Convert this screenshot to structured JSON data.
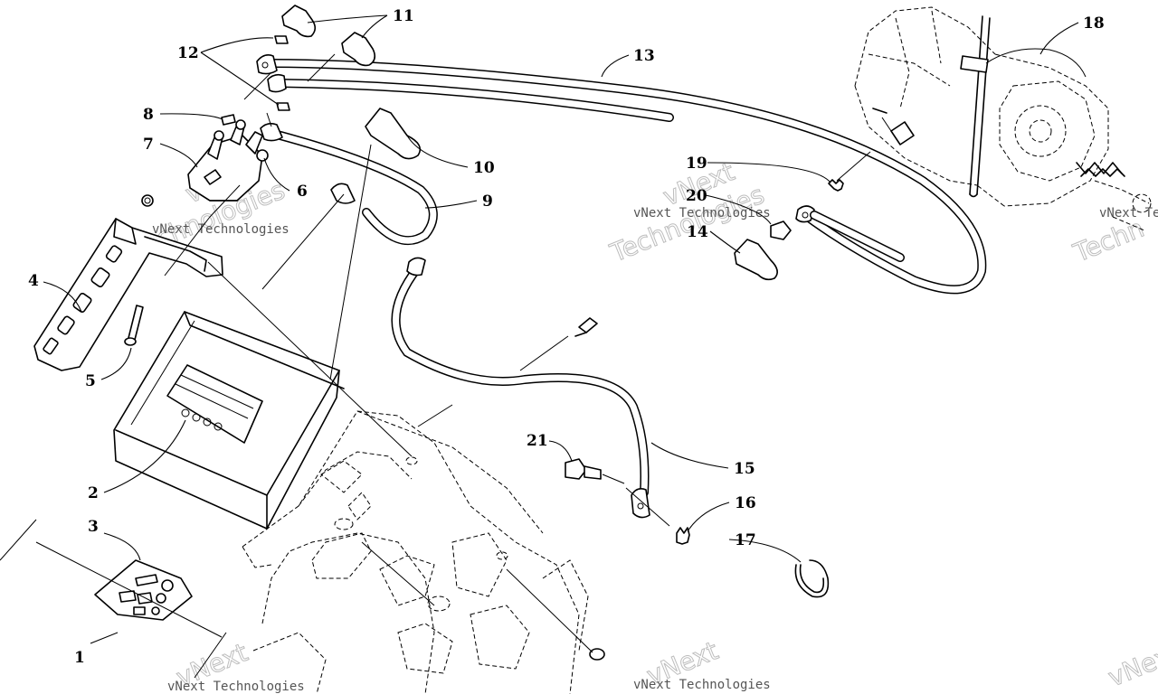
{
  "diagram": {
    "callouts": [
      "1",
      "2",
      "3",
      "4",
      "5",
      "6",
      "7",
      "8",
      "9",
      "10",
      "11",
      "12",
      "13",
      "14",
      "15",
      "16",
      "17",
      "18",
      "19",
      "20",
      "21"
    ],
    "watermark": {
      "line1": "vNext Technologies",
      "big_a": "vNext",
      "big_b": "Technologies",
      "short_a": "vNext Te",
      "short_b": "Techn"
    }
  }
}
